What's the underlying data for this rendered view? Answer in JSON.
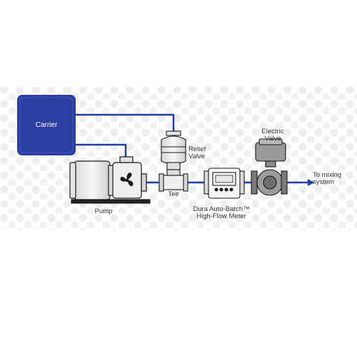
{
  "colors": {
    "pipe": "#1f3fa6",
    "carrier_fill": "#2b3fa3",
    "background_dots": "#ececec",
    "equipment": "#f4f4f4",
    "outline": "#1a1a1a"
  },
  "labels": {
    "carrier": "Carrier",
    "relief_valve_line1": "Relief",
    "relief_valve_line2": "Valve",
    "electric_valve_line1": "Electric",
    "electric_valve_line2": "Valve",
    "to_mixing_line1": "To mixing",
    "to_mixing_line2": "system",
    "tee": "Tee",
    "pump": "Pump",
    "meter_line1": "Dura Auto-Batch™",
    "meter_line2": "High-Flow Meter"
  },
  "icons": {
    "pump": "fan-icon",
    "flow_direction": "arrow-right-icon"
  }
}
